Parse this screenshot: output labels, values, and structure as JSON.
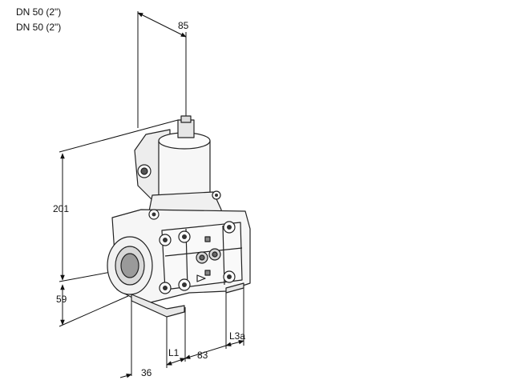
{
  "header": {
    "line1": "DN 50 (2\")",
    "line2": "DN 50 (2\")"
  },
  "dimensions": {
    "width_top": "85",
    "height": "201",
    "lower_height": "59",
    "depth": "36",
    "l1": "L1",
    "center": "83",
    "l3a": "L3a"
  }
}
